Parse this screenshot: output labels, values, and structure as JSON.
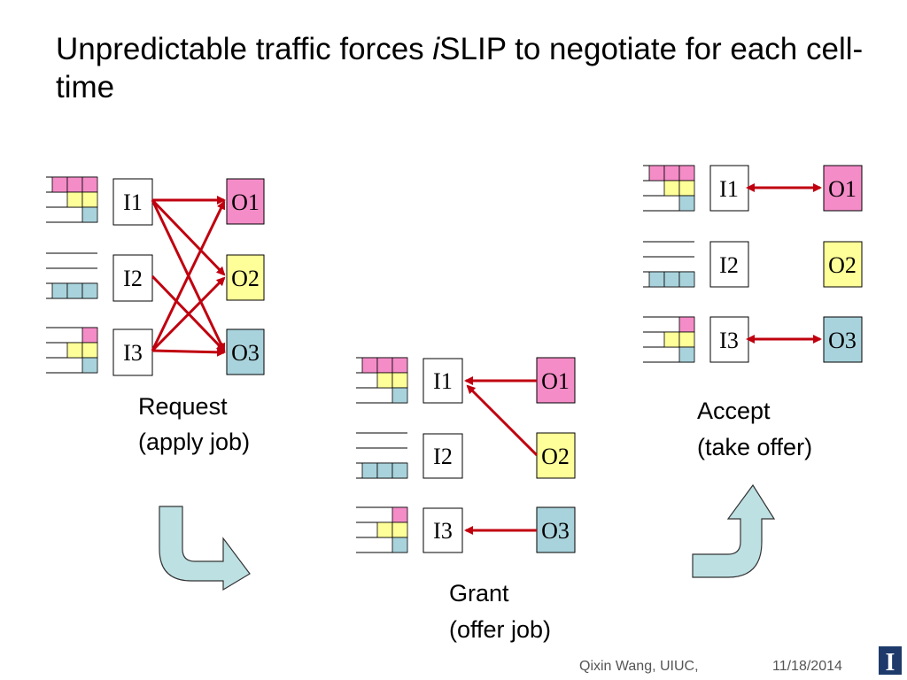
{
  "title": {
    "part1": "Unpredictable traffic forces ",
    "italic": "i",
    "part2": "SLIP to negotiate for each cell-time"
  },
  "colors": {
    "arrow": "#c0000f",
    "output1": "#f48cc7",
    "output2": "#ffff99",
    "output3": "#a9d3dc",
    "turn_arrow_fill": "#bde0e3"
  },
  "panels": [
    {
      "id": "request",
      "caption": [
        "Request",
        "(apply job)"
      ],
      "inputs": [
        "I1",
        "I2",
        "I3"
      ],
      "outputs": [
        "O1",
        "O2",
        "O3"
      ],
      "arrows": [
        {
          "from": "I1",
          "to": "O1",
          "direction": "input-to-output"
        },
        {
          "from": "I1",
          "to": "O2",
          "direction": "input-to-output"
        },
        {
          "from": "I1",
          "to": "O3",
          "direction": "input-to-output"
        },
        {
          "from": "I2",
          "to": "O3",
          "direction": "input-to-output"
        },
        {
          "from": "I3",
          "to": "O1",
          "direction": "input-to-output"
        },
        {
          "from": "I3",
          "to": "O2",
          "direction": "input-to-output"
        },
        {
          "from": "I3",
          "to": "O3",
          "direction": "input-to-output"
        }
      ]
    },
    {
      "id": "grant",
      "caption": [
        "Grant",
        "(offer job)"
      ],
      "inputs": [
        "I1",
        "I2",
        "I3"
      ],
      "outputs": [
        "O1",
        "O2",
        "O3"
      ],
      "arrows": [
        {
          "from": "O1",
          "to": "I1",
          "direction": "output-to-input"
        },
        {
          "from": "O2",
          "to": "I1",
          "direction": "output-to-input"
        },
        {
          "from": "O3",
          "to": "I3",
          "direction": "output-to-input"
        }
      ]
    },
    {
      "id": "accept",
      "caption": [
        "Accept",
        "(take offer)"
      ],
      "inputs": [
        "I1",
        "I2",
        "I3"
      ],
      "outputs": [
        "O1",
        "O2",
        "O3"
      ],
      "arrows": [
        {
          "from": "I1",
          "to": "O1",
          "direction": "bidirectional"
        },
        {
          "from": "I3",
          "to": "O3",
          "direction": "bidirectional"
        }
      ]
    }
  ],
  "footer": {
    "author": "Qixin Wang, UIUC,",
    "date": "11/18/2014"
  },
  "logo_text": "I"
}
